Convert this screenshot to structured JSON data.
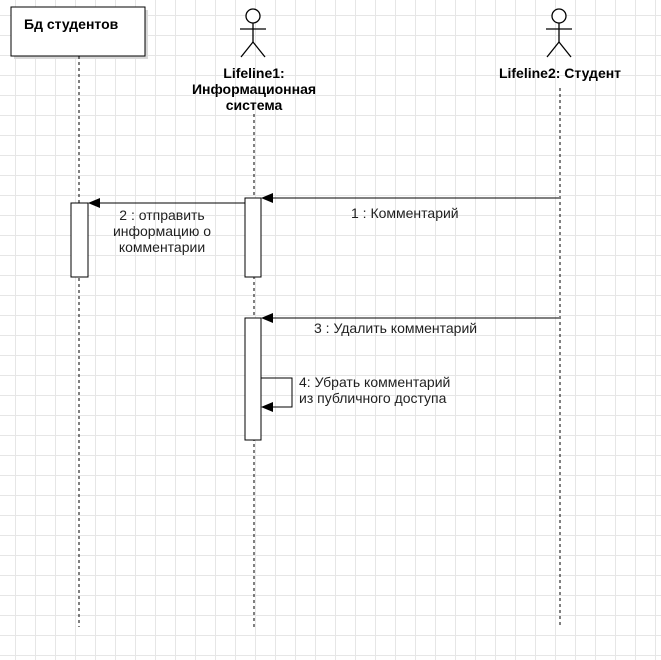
{
  "participants": {
    "db": {
      "label": "Бд студентов"
    },
    "system": {
      "label": "Lifeline1: Информационная система",
      "icon": "actor-icon"
    },
    "student": {
      "label": "Lifeline2: Студент",
      "icon": "actor-icon"
    }
  },
  "messages": [
    {
      "id": "m1",
      "label": "1 : Комментарий"
    },
    {
      "id": "m2",
      "label": "2 : отправить информацию о комментарии"
    },
    {
      "id": "m3",
      "label": "3 : Удалить комментарий"
    },
    {
      "id": "m4",
      "label": "4: Убрать комментарий из публичного доступа"
    }
  ]
}
